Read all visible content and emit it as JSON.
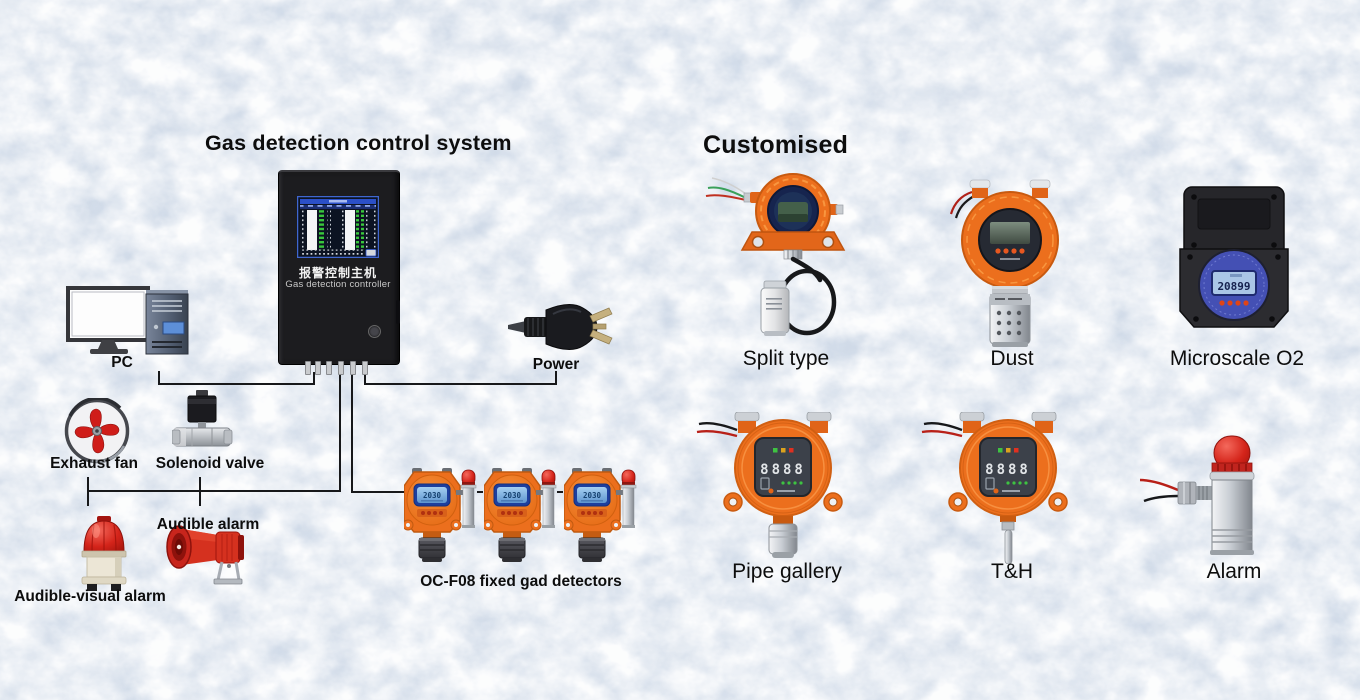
{
  "title": "Gas detection control system",
  "controller": {
    "label_cn": "报警控制主机",
    "label_en": "Gas detection controller"
  },
  "system": {
    "pc_label": "PC",
    "power_label": "Power",
    "exhaust_fan_label": "Exhaust fan",
    "solenoid_valve_label": "Solenoid valve",
    "audible_alarm_label": "Audible alarm",
    "audible_visual_alarm_label": "Audible-visual alarm",
    "detectors_label": "OC-F08 fixed gad detectors"
  },
  "customised": {
    "heading": "Customised",
    "products": [
      {
        "label": "Split type"
      },
      {
        "label": "Dust"
      },
      {
        "label": "Microscale O2"
      },
      {
        "label": "Pipe gallery"
      },
      {
        "label": "T&H"
      },
      {
        "label": "Alarm"
      }
    ]
  },
  "readings": {
    "oc_f08_lcd": "2030",
    "microscale_o2": "20899",
    "pipe_gallery_display": "8888",
    "t_h_display": "8888"
  },
  "colors": {
    "background_base": "#ccd7e4",
    "device_orange": "#ec6f1d",
    "alarm_red": "#c8201c",
    "line": "#17181a",
    "controller_body": "#1c1c1f",
    "lcd_blue": "#8fc0ec"
  }
}
